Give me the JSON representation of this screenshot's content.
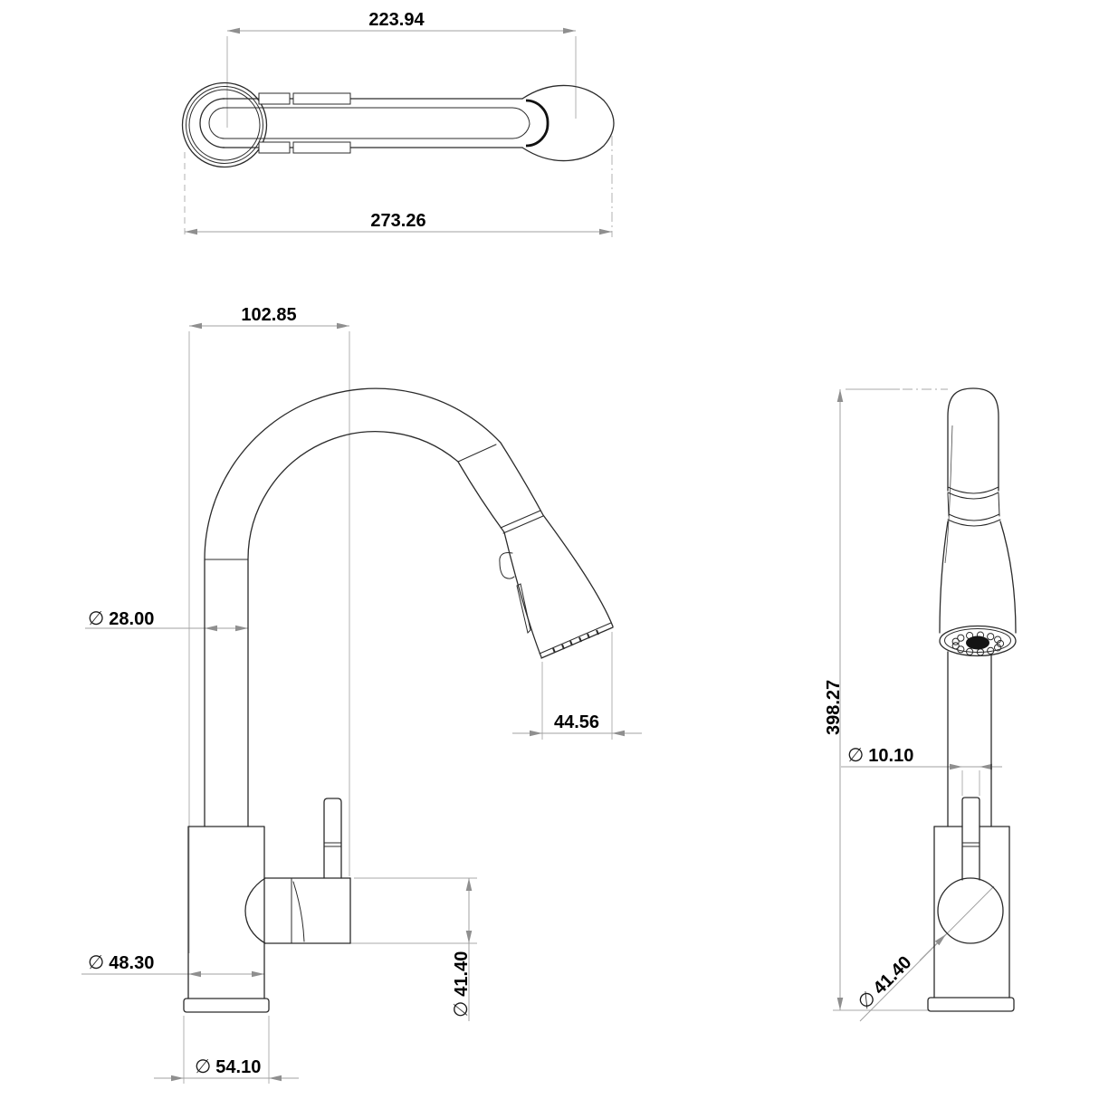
{
  "drawing": {
    "background": "#ffffff",
    "part_line_color": "#2b2b2b",
    "dimension_line_color": "#a2a2a2",
    "text_color": "#000000",
    "views": {
      "top": {
        "dims": {
          "tip_distance": {
            "value": "223.94"
          },
          "overall_length": {
            "value": "273.26"
          }
        }
      },
      "front": {
        "dims": {
          "spout_reach": {
            "value": "102.85"
          },
          "tube_diameter": {
            "symbol": "∅",
            "value": "28.00"
          },
          "face_width": {
            "value": "44.56"
          },
          "body_diameter": {
            "symbol": "∅",
            "value": "48.30"
          },
          "handle_diameter": {
            "symbol": "∅",
            "value": "41.40"
          },
          "flange_diameter": {
            "symbol": "∅",
            "value": "54.10"
          }
        }
      },
      "side": {
        "dims": {
          "overall_height": {
            "value": "398.27"
          },
          "lever_diameter": {
            "symbol": "∅",
            "value": "10.10"
          },
          "ball_diameter": {
            "symbol": "∅",
            "value": "41.40"
          }
        }
      }
    }
  }
}
